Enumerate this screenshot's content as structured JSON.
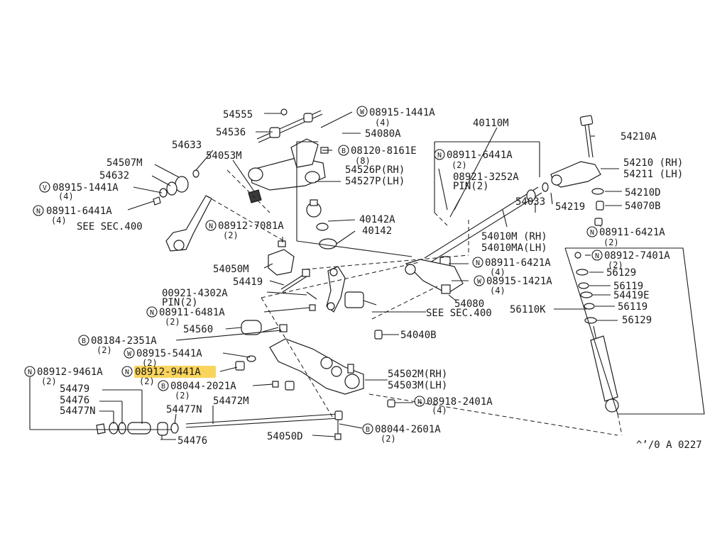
{
  "diagram_id": "^’/0 A 0227",
  "see_sec_400": "SEE SEC.400",
  "highlight_color": "#f9d45c",
  "line_color": "#1a1a1a",
  "labels": {
    "p54555": "54555",
    "p54536": "54536",
    "w08915_1441a_top": "08915-1441A",
    "q4_top": "(4)",
    "p54080a": "54080A",
    "p40110m": "40110M",
    "p54633": "54633",
    "p54053m": "54053M",
    "b08120_8161e": "08120-8161E",
    "q8": "(8)",
    "n08911_6441a_right": "08911-6441A",
    "q2_6441": "(2)",
    "p54507m": "54507M",
    "p54526p": "54526P(RH)",
    "p54527p": "54527P(LH)",
    "p08921_3252a": "08921-3252A",
    "pin2_a": "PIN(2)",
    "p54632": "54632",
    "v08915_1441a_left": "08915-1441A",
    "q4_v": "(4)",
    "n08911_6441a_left": "08911-6441A",
    "q4_n": "(4)",
    "p40142a": "40142A",
    "p40142": "40142",
    "p54210a": "54210A",
    "p54210rh": "54210 (RH)",
    "p54211lh": "54211 (LH)",
    "p54210d": "54210D",
    "p54219": "54219",
    "p54033": "54033",
    "p54070b": "54070B",
    "p54010m": "54010M (RH)",
    "p54010ma": "54010MA(LH)",
    "n08911_6421a_top": "08911-6421A",
    "q2_6421": "(2)",
    "n08912_7081a": "08912-7081A",
    "q2_7081": "(2)",
    "n08912_7401a": "08912-7401A",
    "q2_7401": "(2)",
    "p54050m": "54050M",
    "n08911_6421a_mid": "08911-6421A",
    "q4_6421": "(4)",
    "p56129_a": "56129",
    "p54419": "54419",
    "w08915_1421a": "08915-1421A",
    "q4_1421": "(4)",
    "p56119_a": "56119",
    "p00921_4302a": "00921-4302A",
    "pin2_b": "PIN(2)",
    "p54080": "54080",
    "p54419e": "54419E",
    "n08911_6481a": "08911-6481A",
    "q2_6481": "(2)",
    "p56110k": "56110K",
    "p56119_b": "56119",
    "p54560": "54560",
    "p56129_b": "56129",
    "p54040b": "54040B",
    "b08184_2351a": "08184-2351A",
    "q2_2351": "(2)",
    "w08915_5441a": "08915-5441A",
    "q2_5441": "(2)",
    "n08912_9461a": "08912-9461A",
    "q2_9461": "(2)",
    "n08912_9441a": "08912-9441A",
    "q2_9441": "(2)",
    "p54502m": "54502M(RH)",
    "p54503m": "54503M(LH)",
    "p54479": "54479",
    "b08044_2021a": "08044-2021A",
    "q2_2021": "(2)",
    "p54476_a": "54476",
    "p54477n_a": "54477N",
    "p54477n_b": "54477N",
    "p54472m": "54472M",
    "n08918_2401a": "08918-2401A",
    "q4_2401": "(4)",
    "b08044_2601a": "08044-2601A",
    "q2_2601": "(2)",
    "p54050d": "54050D",
    "p54476_b": "54476"
  },
  "circle_marks": {
    "N": "N",
    "W": "W",
    "V": "V",
    "B": "B"
  }
}
